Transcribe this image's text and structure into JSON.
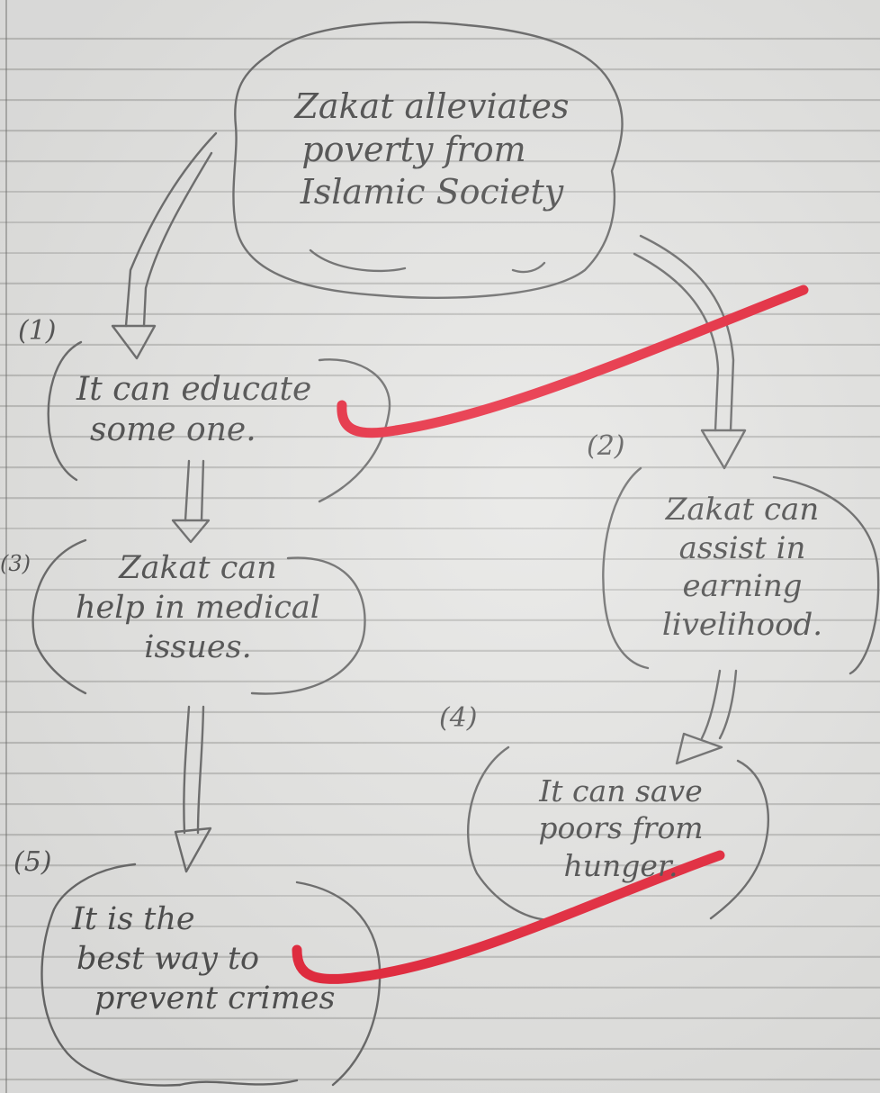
{
  "diagram": {
    "central": {
      "lines": [
        "Zakat alleviates",
        "poverty from",
        "Islamic Society"
      ]
    },
    "nodes": [
      {
        "number": "(1)",
        "lines": [
          "It can educate",
          "some one."
        ]
      },
      {
        "number": "(2)",
        "lines": [
          "Zakat can",
          "assist in",
          "earning",
          "livelihood."
        ]
      },
      {
        "number": "(3)",
        "lines": [
          "Zakat can",
          "help in medical",
          "issues."
        ]
      },
      {
        "number": "(4)",
        "lines": [
          "It can save",
          "poors from",
          "hunger."
        ]
      },
      {
        "number": "(5)",
        "lines": [
          "It is the",
          "best way to",
          "prevent crimes"
        ]
      }
    ]
  },
  "colors": {
    "ink": "#5a5a5a",
    "correction_mark": "#e8253a",
    "paper": "#e6e6e4"
  },
  "icons": [
    "checkmark-icon",
    "checkmark-icon"
  ]
}
